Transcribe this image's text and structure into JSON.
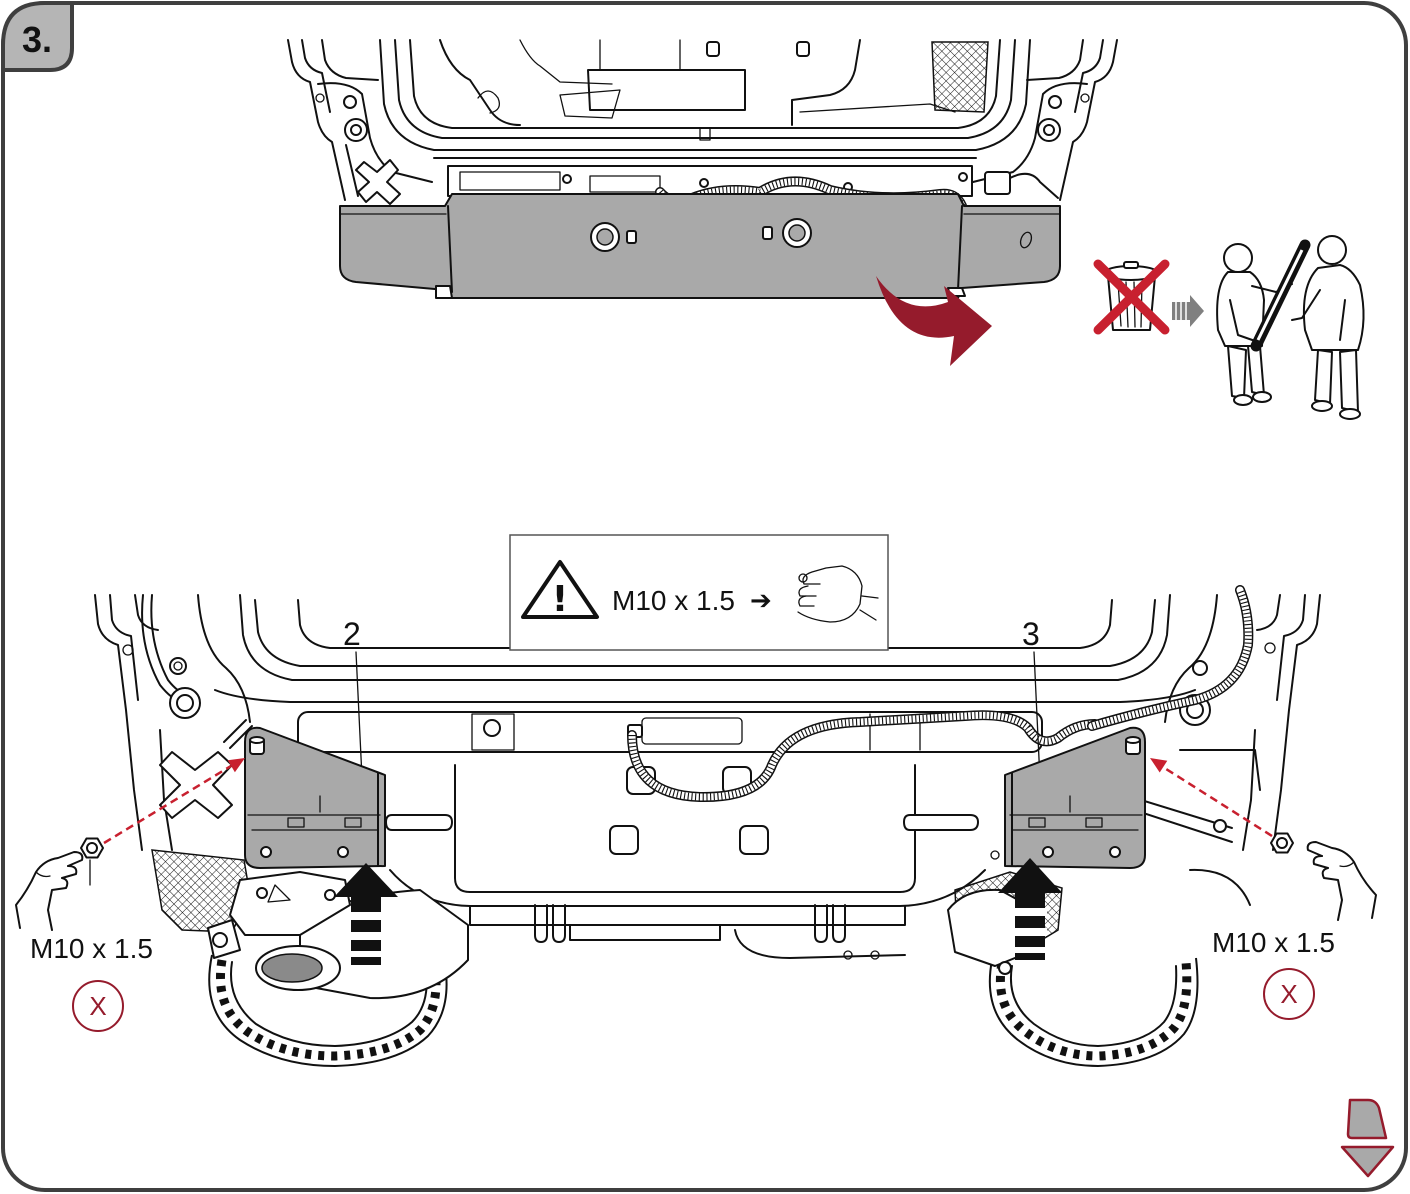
{
  "step": {
    "number": "3."
  },
  "warning": {
    "mark": "!",
    "thread": "M10 x 1.5",
    "arrow": "➔"
  },
  "parts": {
    "bracket_left": "2",
    "bracket_right": "3"
  },
  "fasteners": {
    "left": {
      "thread": "M10 x 1.5",
      "quantity_marker": "X"
    },
    "right": {
      "thread": "M10 x 1.5",
      "quantity_marker": "X"
    }
  },
  "icons": {
    "warning": "warning-triangle-icon",
    "tighten": "hand-tightening-nut-icon",
    "discard": "trash-can-crossed-icon",
    "direction": "arrow-right-icon",
    "keep_part": "two-people-carrying-bumper-icon",
    "remove": "curved-removal-arrow-icon",
    "push": "push-up-arrow-icon",
    "next_page": "next-page-arrow-icon"
  },
  "colors": {
    "accent_red": "#951b2c",
    "cross_red": "#c8202f",
    "part_gray": "#a9a9a9",
    "frame": "#3f3f3f",
    "tab_gray": "#b5b5b5"
  }
}
